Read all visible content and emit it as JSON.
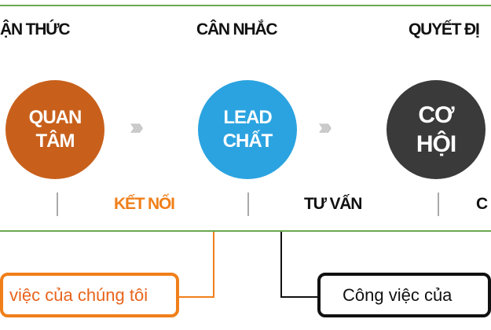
{
  "stages": [
    "ẬN THỨC",
    "CÂN NHẮC",
    "QUYẾT ĐỊ"
  ],
  "circles": [
    {
      "line1": "QUAN",
      "line2": "TÂM",
      "color": "#c8601c"
    },
    {
      "line1": "LEAD",
      "line2": "CHẤT",
      "color": "#2ba3e0"
    },
    {
      "line1": "CƠ",
      "line2": "HỘI",
      "color": "#3a3a3a"
    }
  ],
  "chevrons": "›››",
  "labels": [
    "KẾT NỐI",
    "TƯ VẤN",
    "C"
  ],
  "boxes": [
    "việc của chúng tôi",
    "Công việc của"
  ],
  "colors": {
    "orange": "#f07f1a",
    "green": "#6aa84f",
    "black": "#111111"
  }
}
